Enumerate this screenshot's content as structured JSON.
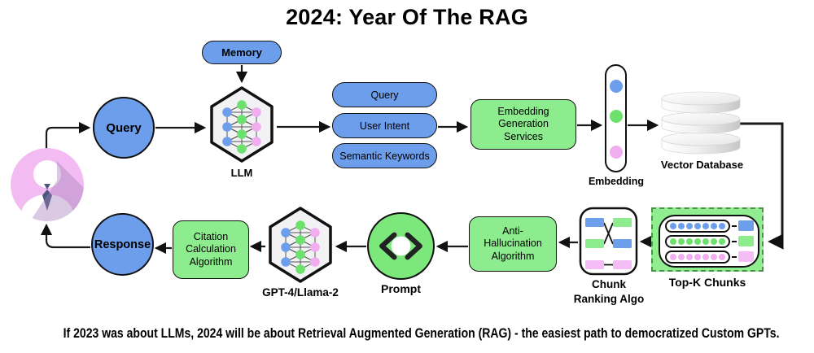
{
  "title": "2024: Year Of The RAG",
  "caption": "If 2023 was about LLMs, 2024 will be about Retrieval Augmented Generation (RAG) - the easiest path to democratized Custom GPTs.",
  "colors": {
    "accent_blue": "#6d9eeb",
    "accent_green": "#8dec8d",
    "accent_pink": "#f0aef0",
    "avatar_pink": "#f2bcf2",
    "hexagon_gray": "#f2f2f4"
  },
  "flow": {
    "memory": "Memory",
    "query_node": "Query",
    "llm_label": "LLM",
    "intent_pills": [
      "Query",
      "User Intent",
      "Semantic Keywords"
    ],
    "embedding_services_lines": [
      "Embedding",
      "Generation",
      "Services"
    ],
    "embedding_label": "Embedding",
    "vector_db_label": "Vector Database",
    "topk_label": "Top-K Chunks",
    "chunk_ranking_lines": [
      "Chunk",
      "Ranking Algo"
    ],
    "anti_hallucination_lines": [
      "Anti-",
      "Hallucination",
      "Algorithm"
    ],
    "prompt_label": "Prompt",
    "gpt_label": "GPT-4/Llama-2",
    "citation_lines": [
      "Citation",
      "Calculation",
      "Algorithm"
    ],
    "response_node": "Response"
  }
}
